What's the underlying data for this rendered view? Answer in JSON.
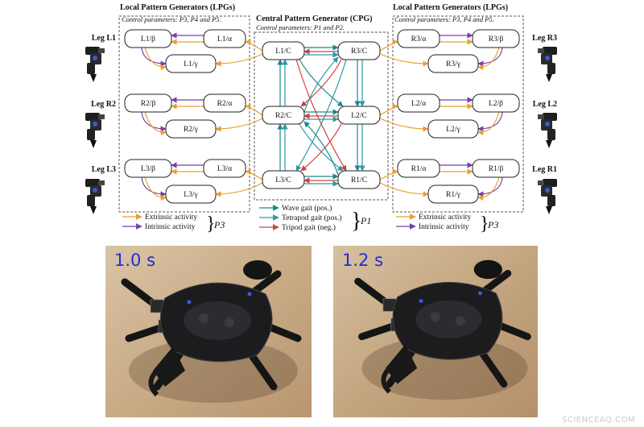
{
  "lpg_left": {
    "title": "Local Pattern Generators (LPGs)",
    "subtitle": "Control parameters: P3, P4 and P5."
  },
  "lpg_right": {
    "title": "Local Pattern Generators (LPGs)",
    "subtitle": "Control parameters: P3, P4 and P5."
  },
  "cpg": {
    "title": "Central Pattern Generator (CPG)",
    "subtitle": "Control parameters: P1 and P2.",
    "nodes": [
      "L1/C",
      "R2/C",
      "L3/C",
      "R3/C",
      "L2/C",
      "R1/C"
    ]
  },
  "left_groups": [
    {
      "leg": "Leg L1",
      "beta": "L1/β",
      "alpha": "L1/α",
      "gamma": "L1/γ"
    },
    {
      "leg": "Leg R2",
      "beta": "R2/β",
      "alpha": "R2/α",
      "gamma": "R2/γ"
    },
    {
      "leg": "Leg L3",
      "beta": "L3/β",
      "alpha": "L3/α",
      "gamma": "L3/γ"
    }
  ],
  "right_groups": [
    {
      "leg": "Leg R3",
      "alpha": "R3/α",
      "beta": "R3/β",
      "gamma": "R3/γ"
    },
    {
      "leg": "Leg L2",
      "alpha": "L2/α",
      "beta": "L2/β",
      "gamma": "L2/γ"
    },
    {
      "leg": "Leg R1",
      "alpha": "R1/α",
      "beta": "R1/β",
      "gamma": "R1/γ"
    }
  ],
  "legend_left": {
    "extrinsic": "Extrinsic activity",
    "intrinsic": "Intrinsic activity",
    "param": "P3"
  },
  "legend_right": {
    "extrinsic": "Extrinsic activity",
    "intrinsic": "Intrinsic activity",
    "param": "P3"
  },
  "legend_center": {
    "wave": "Wave gait (pos.)",
    "tetrapod": "Tetrapod gait (pos.)",
    "tripod": "Tripod gait (neg.)",
    "param": "P1"
  },
  "photos": [
    {
      "label": "1.0 s"
    },
    {
      "label": "1.2 s"
    }
  ],
  "watermark": "SCIENCEAQ.COM",
  "colors": {
    "extrinsic": "#e8a030",
    "intrinsic": "#7a3fa8",
    "wave": "#1a8a8a",
    "tetrapod": "#2a9aa8",
    "tripod": "#d04040",
    "photo_label": "#1b2fd6"
  }
}
